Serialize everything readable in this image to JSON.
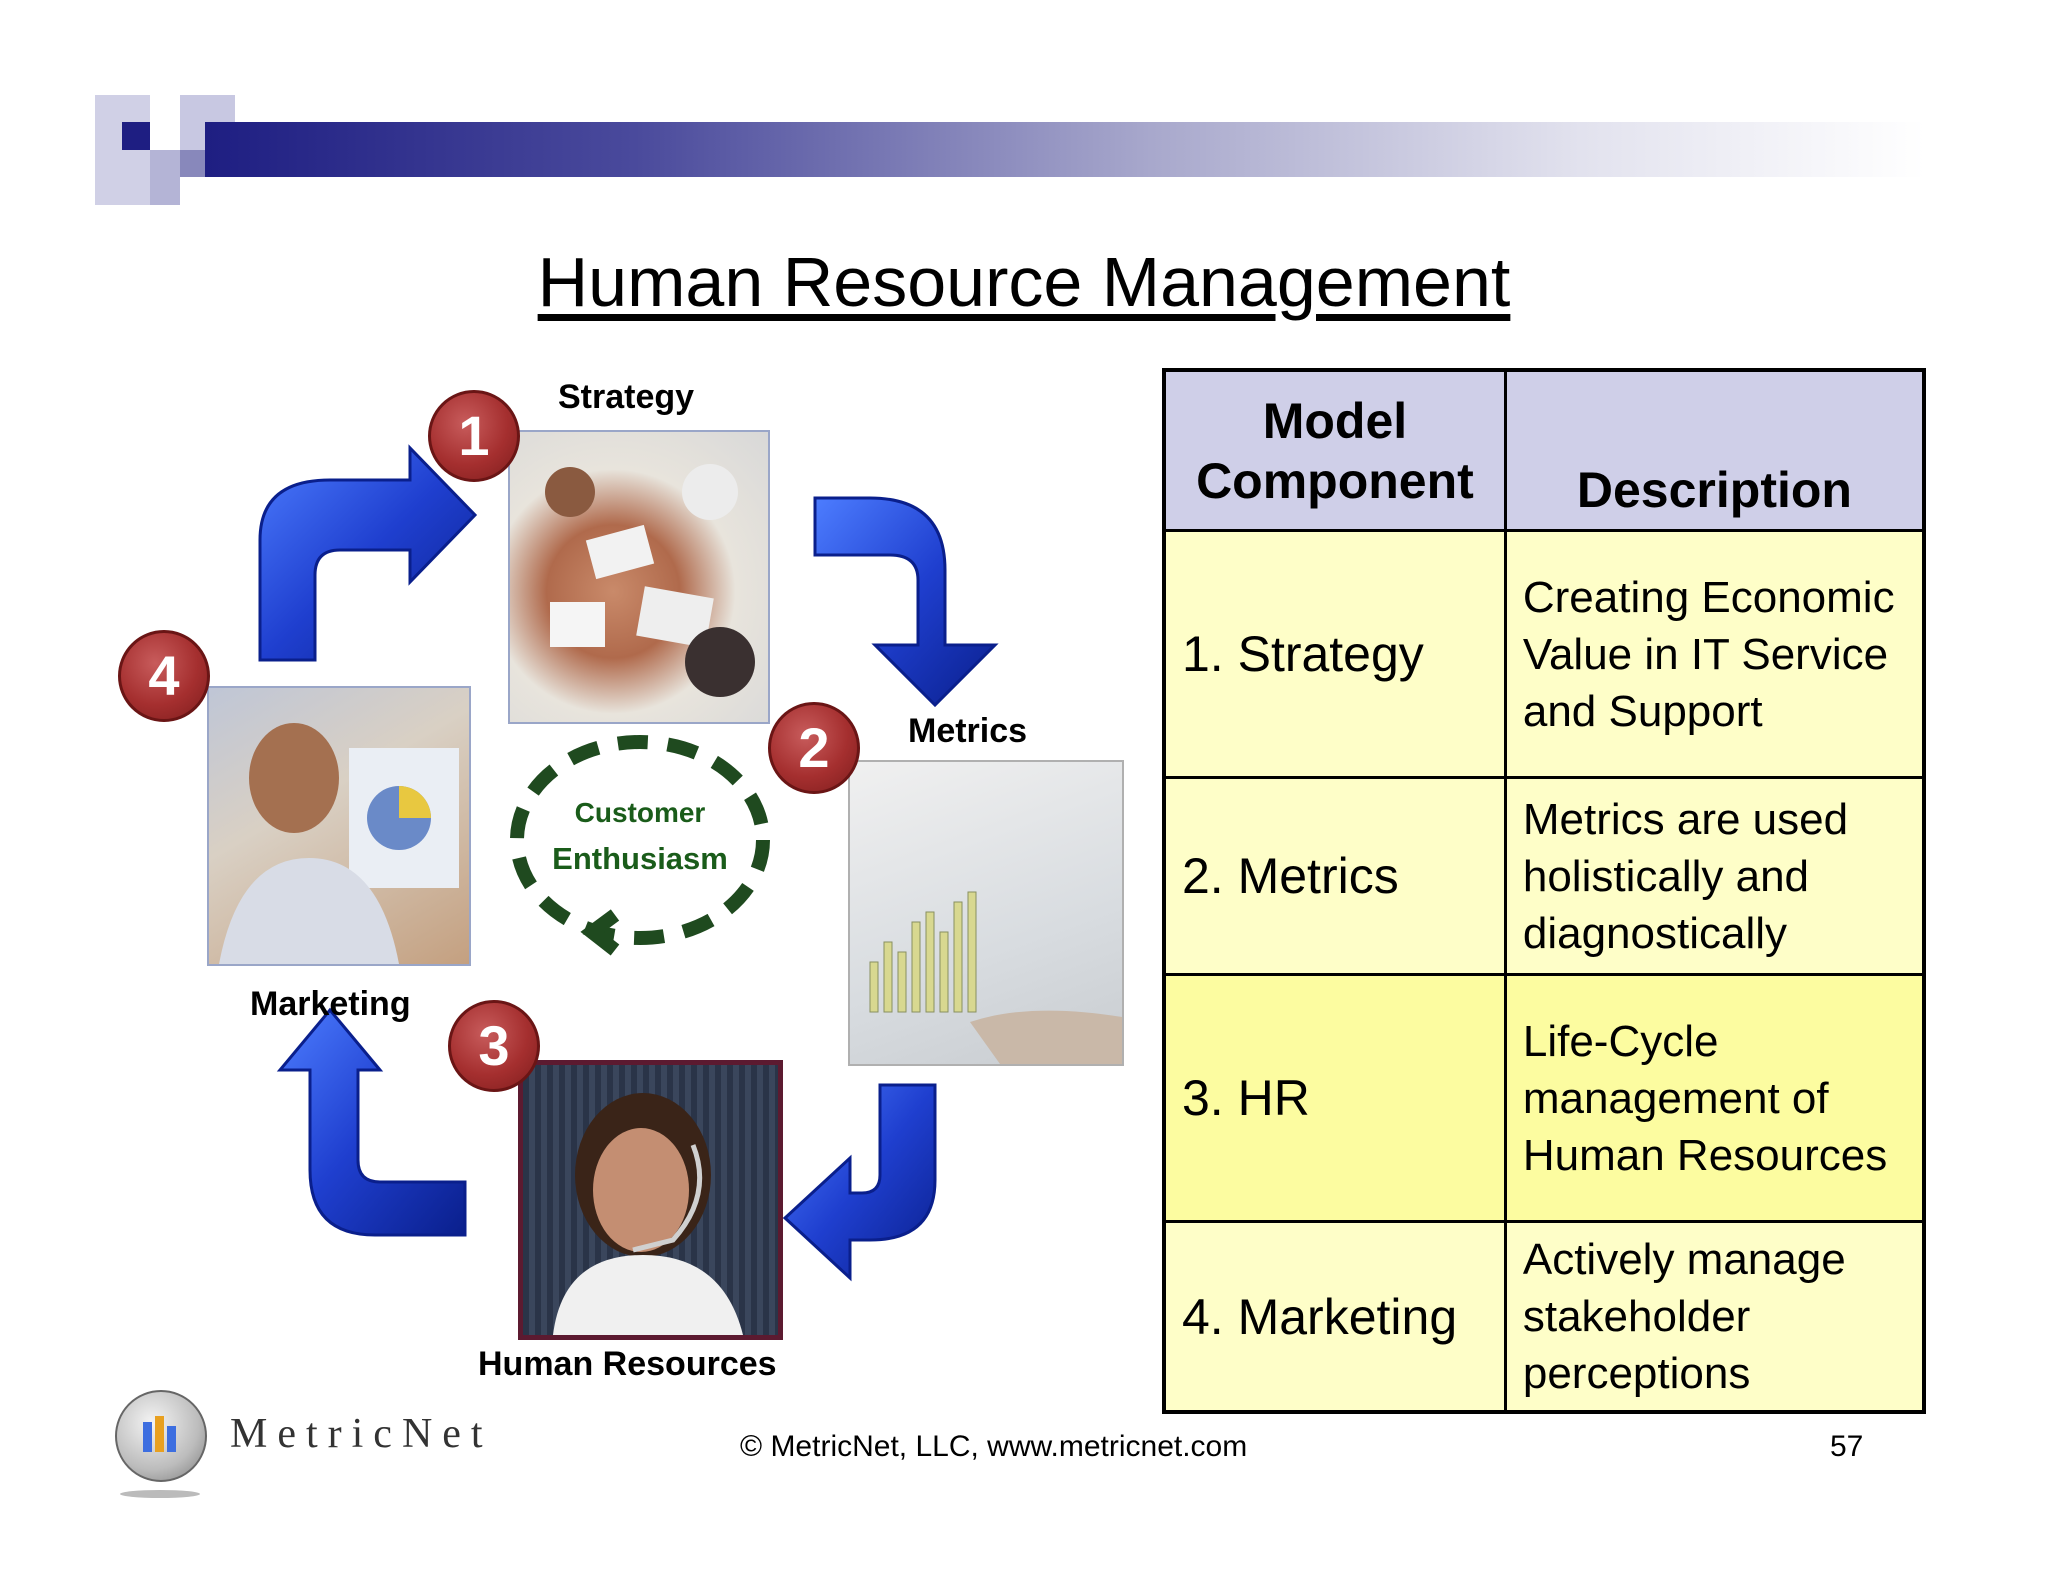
{
  "slide": {
    "title": "Human Resource Management",
    "copyright": "© MetricNet, LLC, www.metricnet.com",
    "page_number": "57",
    "logo_text": "MetricNet"
  },
  "diagram": {
    "steps": [
      {
        "number": "1",
        "label": "Strategy"
      },
      {
        "number": "2",
        "label": "Metrics"
      },
      {
        "number": "3",
        "label": "Human Resources"
      },
      {
        "number": "4",
        "label": "Marketing"
      }
    ],
    "center_line1": "Customer",
    "center_line2": "Enthusiasm"
  },
  "table": {
    "headers": [
      "Model\nComponent",
      "Description"
    ],
    "rows": [
      {
        "component": "1. Strategy",
        "description": "Creating Economic Value in IT Service and Support"
      },
      {
        "component": "2. Metrics",
        "description": "Metrics are used holistically and diagnostically"
      },
      {
        "component": "3. HR",
        "description": "Life-Cycle management of Human Resources"
      },
      {
        "component": "4. Marketing",
        "description": "Actively manage stakeholder perceptions"
      }
    ]
  },
  "colors": {
    "accent_navy": "#1e1e82",
    "table_header": "#cfcfe8",
    "table_body": "#fefec8",
    "table_highlight": "#fcfca0",
    "arrow_blue": "#1f3fcf",
    "badge_red": "#a52f2f",
    "center_green": "#1a5c1a"
  }
}
